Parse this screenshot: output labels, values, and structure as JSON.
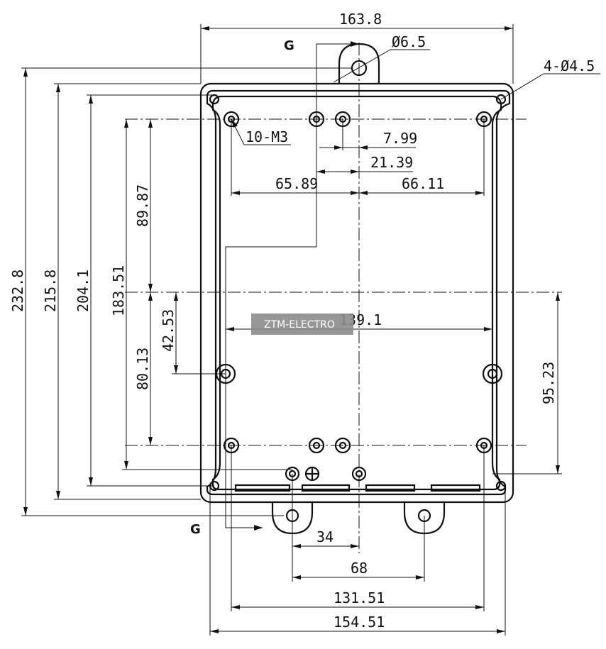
{
  "drawing": {
    "dimensions": {
      "overall_width": "163.8",
      "hole_diameter": "Ø6.5",
      "corner_holes": "4-Ø4.5",
      "screw_holes": "10-M3",
      "d_7_99": "7.99",
      "d_21_39": "21.39",
      "d_65_89": "65.89",
      "d_66_11": "66.11",
      "d_139_1": "139.1",
      "d_95_23": "95.23",
      "d_34": "34",
      "d_68": "68",
      "d_131_51": "131.51",
      "d_154_51": "154.51",
      "d_232_8": "232.8",
      "d_215_8": "215.8",
      "d_204_1": "204.1",
      "d_183_51": "183.51",
      "d_89_87": "89.87",
      "d_80_13": "80.13",
      "d_42_53": "42.53"
    },
    "section_mark": "G",
    "section_mark_bottom": "G",
    "watermark": "ZTM-ELECTRO"
  }
}
